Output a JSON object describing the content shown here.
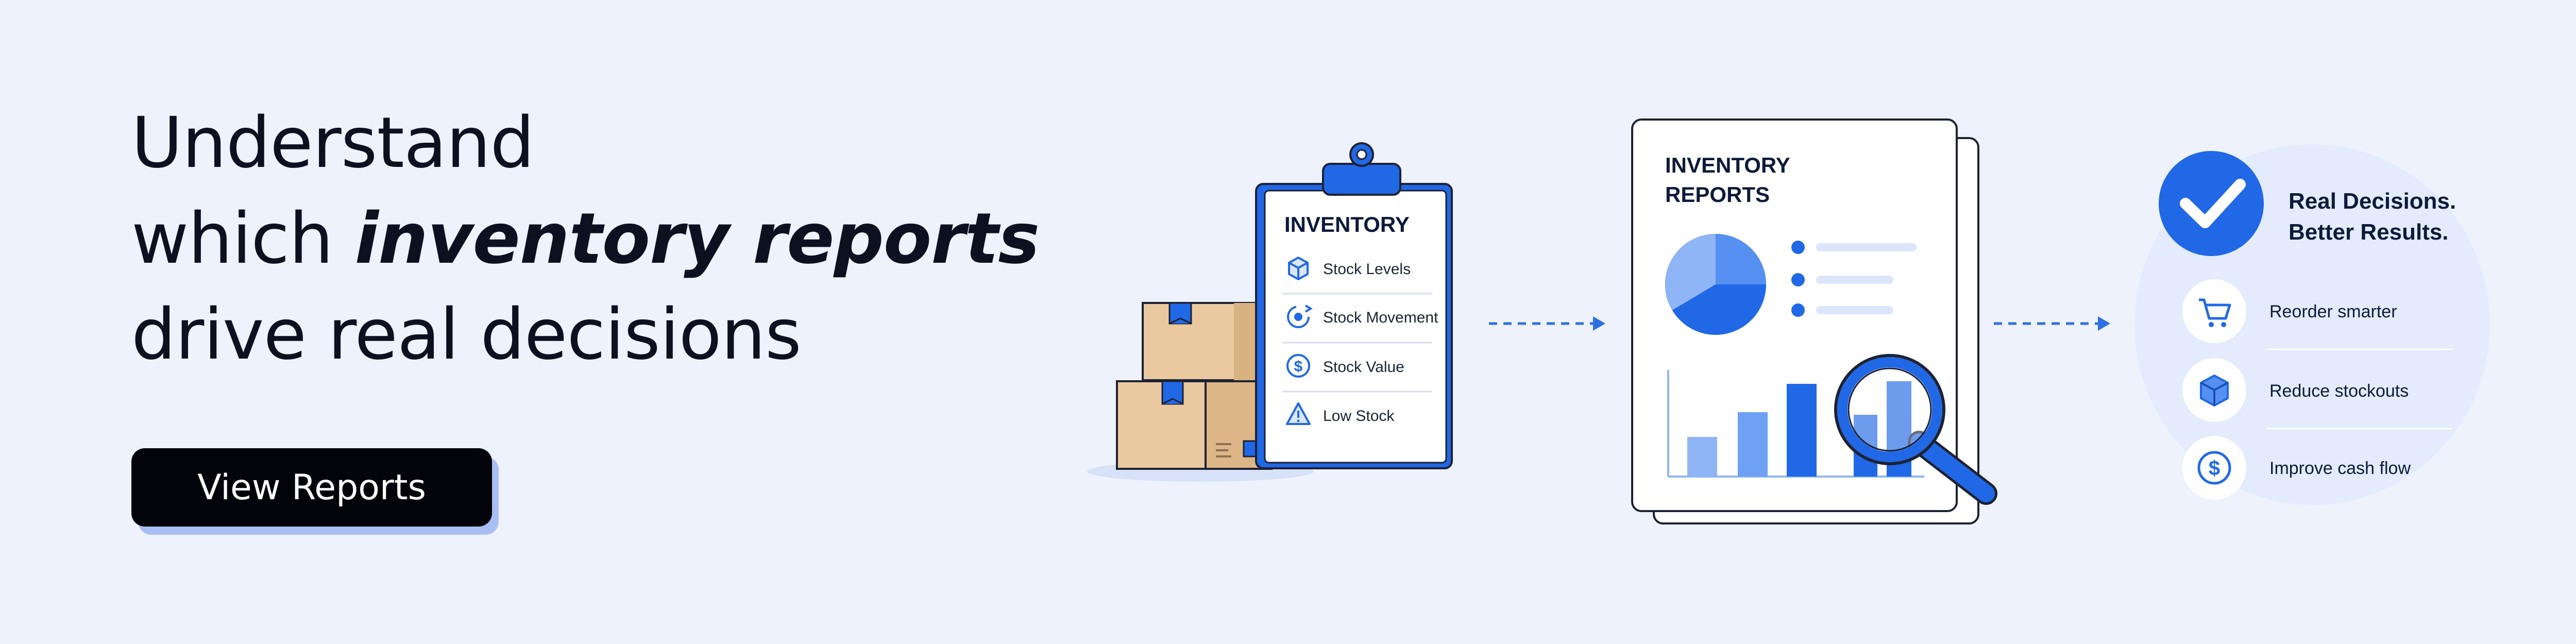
{
  "headline": {
    "line1": "Understand",
    "line2_prefix": "which ",
    "line2_emphasis": "inventory reports",
    "line3": "drive real decisions"
  },
  "cta": {
    "label": "View Reports"
  },
  "clipboard": {
    "title": "INVENTORY",
    "items": [
      {
        "label": "Stock Levels",
        "icon": "cube-icon"
      },
      {
        "label": "Stock Movement",
        "icon": "movement-icon"
      },
      {
        "label": "Stock Value",
        "icon": "dollar-icon"
      },
      {
        "label": "Low Stock",
        "icon": "warning-icon"
      }
    ]
  },
  "report": {
    "title_line1": "INVENTORY",
    "title_line2": "REPORTS"
  },
  "benefits": {
    "title_line1": "Real Decisions.",
    "title_line2": "Better Results.",
    "items": [
      {
        "label": "Reorder smarter",
        "icon": "cart-icon"
      },
      {
        "label": "Reduce stockouts",
        "icon": "box-icon"
      },
      {
        "label": "Improve cash flow",
        "icon": "dollar-icon"
      }
    ]
  },
  "colors": {
    "background": "#eef2fd",
    "accent": "#2068e6",
    "dark": "#0d1020",
    "box": "#ebc9a0"
  }
}
